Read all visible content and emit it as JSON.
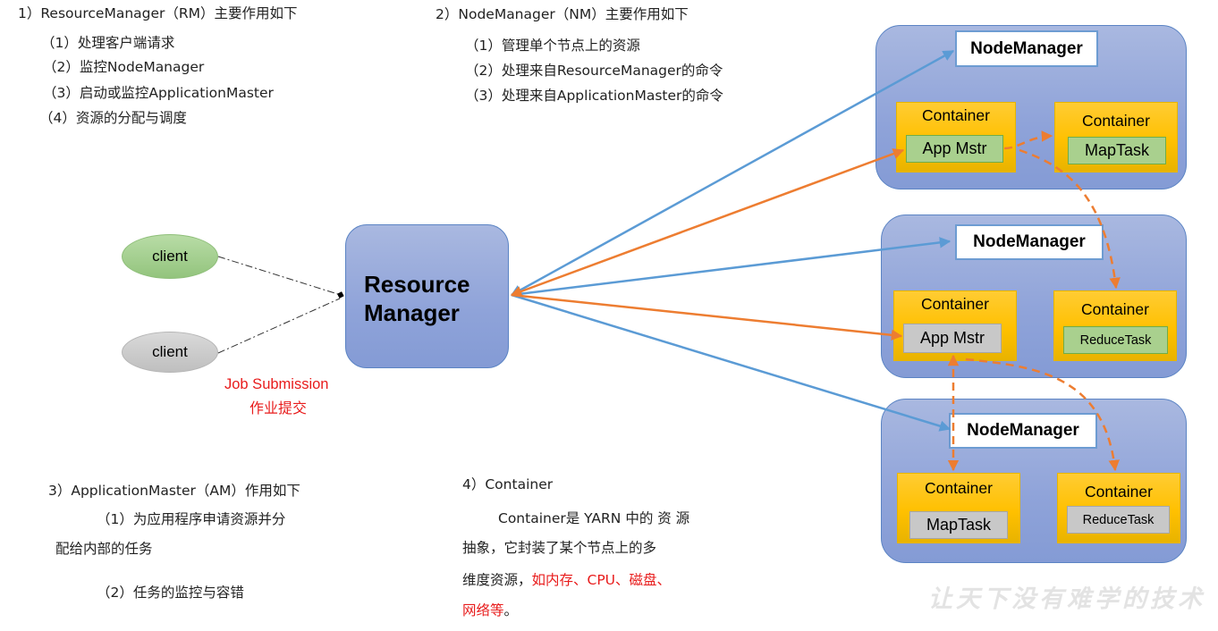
{
  "sections": {
    "rm": {
      "heading": "1）ResourceManager（RM）主要作用如下",
      "items": [
        "（1）处理客户端请求",
        "（2）监控NodeManager",
        "（3）启动或监控ApplicationMaster",
        "（4）资源的分配与调度"
      ]
    },
    "nm": {
      "heading": "2）NodeManager（NM）主要作用如下",
      "items": [
        "（1）管理单个节点上的资源",
        "（2）处理来自ResourceManager的命令",
        "（3）处理来自ApplicationMaster的命令"
      ]
    },
    "am": {
      "heading": "3）ApplicationMaster（AM）作用如下",
      "item1_line1": "（1）为应用程序申请资源并分",
      "item1_line2": "配给内部的任务",
      "item2": "（2）任务的监控与容错"
    },
    "container": {
      "heading": "4）Container",
      "line1": "Container是 YARN 中的 资 源",
      "line2": "抽象，它封装了某个节点上的多",
      "line3_plain": "维度资源，",
      "line3_red": "如内存、CPU、磁盘、",
      "line4_red": "网络等",
      "line4_plain": "。"
    }
  },
  "diagram": {
    "clients": [
      "client",
      "client"
    ],
    "job_submission": {
      "en": "Job Submission",
      "zh": "作业提交"
    },
    "resource_manager": {
      "line1": "Resource",
      "line2": "Manager"
    },
    "node_managers": [
      {
        "title": "NodeManager",
        "containers": [
          {
            "label": "Container",
            "task": "App Mstr",
            "task_style": "green"
          },
          {
            "label": "Container",
            "task": "MapTask",
            "task_style": "green"
          }
        ]
      },
      {
        "title": "NodeManager",
        "containers": [
          {
            "label": "Container",
            "task": "App Mstr",
            "task_style": "gray"
          },
          {
            "label": "Container",
            "task": "ReduceTask",
            "task_style": "green"
          }
        ]
      },
      {
        "title": "NodeManager",
        "containers": [
          {
            "label": "Container",
            "task": "MapTask",
            "task_style": "gray"
          },
          {
            "label": "Container",
            "task": "ReduceTask",
            "task_style": "gray"
          }
        ]
      }
    ],
    "colors": {
      "blue_arrow": "#5b9bd5",
      "orange_arrow": "#ed7d31",
      "highlight_text": "#e81c1c"
    }
  },
  "watermark": "让天下没有难学的技术"
}
